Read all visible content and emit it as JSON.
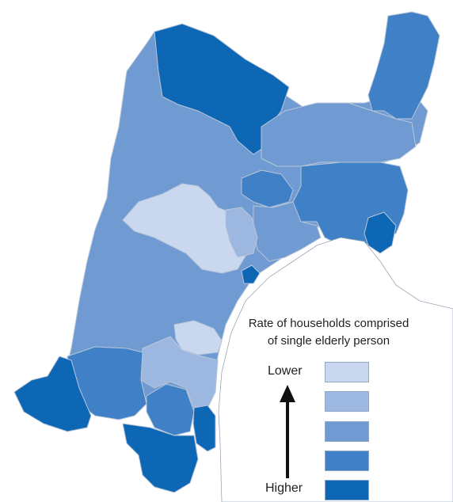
{
  "legend": {
    "title_line1": "Rate of households comprised",
    "title_line2": "of single elderly person",
    "low_label": "Lower",
    "high_label": "Higher",
    "classes": [
      {
        "level": 1,
        "color": "#c9d8ee"
      },
      {
        "level": 2,
        "color": "#9cb8e0"
      },
      {
        "level": 3,
        "color": "#6f9bd2"
      },
      {
        "level": 4,
        "color": "#3f80c6"
      },
      {
        "level": 5,
        "color": "#0e67b5"
      }
    ]
  },
  "map": {
    "background": "#ffffff",
    "boundary_color": "#b8c6d8",
    "ocean_edge_color": "#9aa6b6"
  }
}
